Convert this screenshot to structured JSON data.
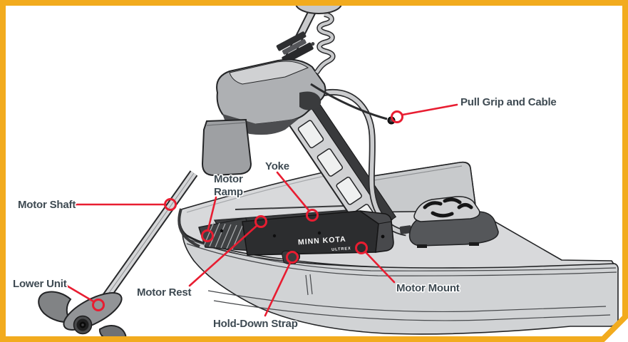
{
  "figure": {
    "type": "parts-diagram",
    "subject": "Bow-mount trolling motor installed on boat deck",
    "brand": "MINN KOTA",
    "brand_model": "ULTREX",
    "colors": {
      "frame": "#F2AB1E",
      "callout": "#E81D31",
      "label": "#3E4A52"
    }
  },
  "callouts": [
    {
      "id": "pull-grip-and-cable",
      "label": "Pull Grip and Cable"
    },
    {
      "id": "motor-shaft",
      "label": "Motor Shaft"
    },
    {
      "id": "motor-ramp",
      "label": "Motor Ramp",
      "line1": "Motor",
      "line2": "Ramp"
    },
    {
      "id": "yoke",
      "label": "Yoke"
    },
    {
      "id": "motor-rest",
      "label": "Motor Rest"
    },
    {
      "id": "lower-unit",
      "label": "Lower Unit"
    },
    {
      "id": "hold-down-strap",
      "label": "Hold-Down Strap"
    },
    {
      "id": "motor-mount",
      "label": "Motor Mount"
    }
  ]
}
